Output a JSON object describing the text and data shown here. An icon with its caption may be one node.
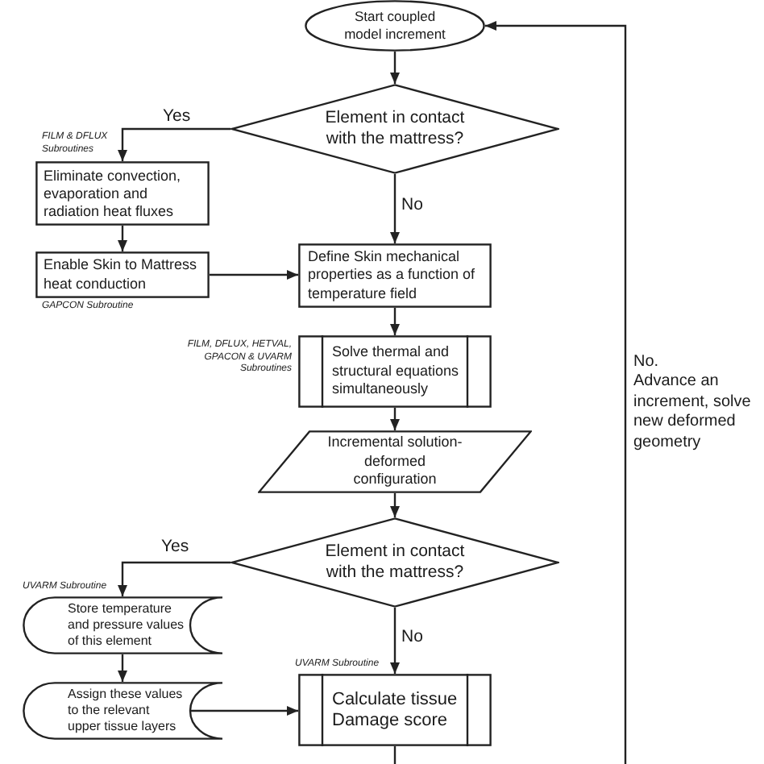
{
  "diagram": {
    "nodes": [
      {
        "text": [
          "Start coupled model increment"
        ]
      },
      {
        "text": [
          "Element in contact with the mattress?"
        ]
      },
      {
        "text": [
          "Eliminate convection, evaporation and radiation heat fluxes"
        ],
        "beside": [
          "FILM & DFLUX Subroutines"
        ]
      },
      {
        "text": [
          "Enable Skin to Mattress heat conduction"
        ],
        "beside": [
          "GAPCON Subroutine"
        ]
      },
      {
        "text": [
          "Define Skin mechanical properties as a function of temperature field"
        ]
      },
      {
        "text": [
          "Solve thermal and structural equations simultaneously"
        ],
        "beside": [
          "FILM, DFLUX, HETVAL, GPACON & UVARM Subroutines"
        ]
      },
      {
        "text": [
          "Incremental solution- deformed configuration"
        ]
      },
      {
        "text": [
          "Element in contact with the mattress?"
        ]
      },
      {
        "text": [
          "Store temperature and pressure values of this element"
        ],
        "beside": [
          "UVARM Subroutine"
        ]
      },
      {
        "text": [
          "Assign these values to the relevant upper tissue layers"
        ]
      },
      {
        "text": [
          "Calculate tissue Damage score"
        ],
        "beside": [
          "UVARM Subroutine"
        ]
      }
    ],
    "edges": [
      {
        "from": 0,
        "to": 1,
        "arrow": "to"
      },
      {
        "from": 1,
        "to": 2,
        "arrow": "to",
        "label": "Yes"
      },
      {
        "from": 2,
        "to": 3,
        "arrow": "to"
      },
      {
        "from": 3,
        "to": 4,
        "arrow": "to"
      },
      {
        "from": 1,
        "to": 4,
        "arrow": "to",
        "label": "No"
      },
      {
        "from": 4,
        "to": 5,
        "arrow": "to"
      },
      {
        "from": 5,
        "to": 6,
        "arrow": "to"
      },
      {
        "from": 6,
        "to": 7,
        "arrow": "to"
      },
      {
        "from": 7,
        "to": 8,
        "arrow": "to",
        "label": "Yes"
      },
      {
        "from": 8,
        "to": 9,
        "arrow": "to"
      },
      {
        "from": 9,
        "to": 10,
        "arrow": "to"
      },
      {
        "from": 7,
        "to": 10,
        "arrow": "to",
        "label": "No"
      },
      {
        "from": 10,
        "to": null,
        "arrow": "none"
      },
      {
        "from": null,
        "to": 0,
        "arrow": "to",
        "label": "No. Advance an increment, solve new deformed geometry"
      }
    ]
  }
}
